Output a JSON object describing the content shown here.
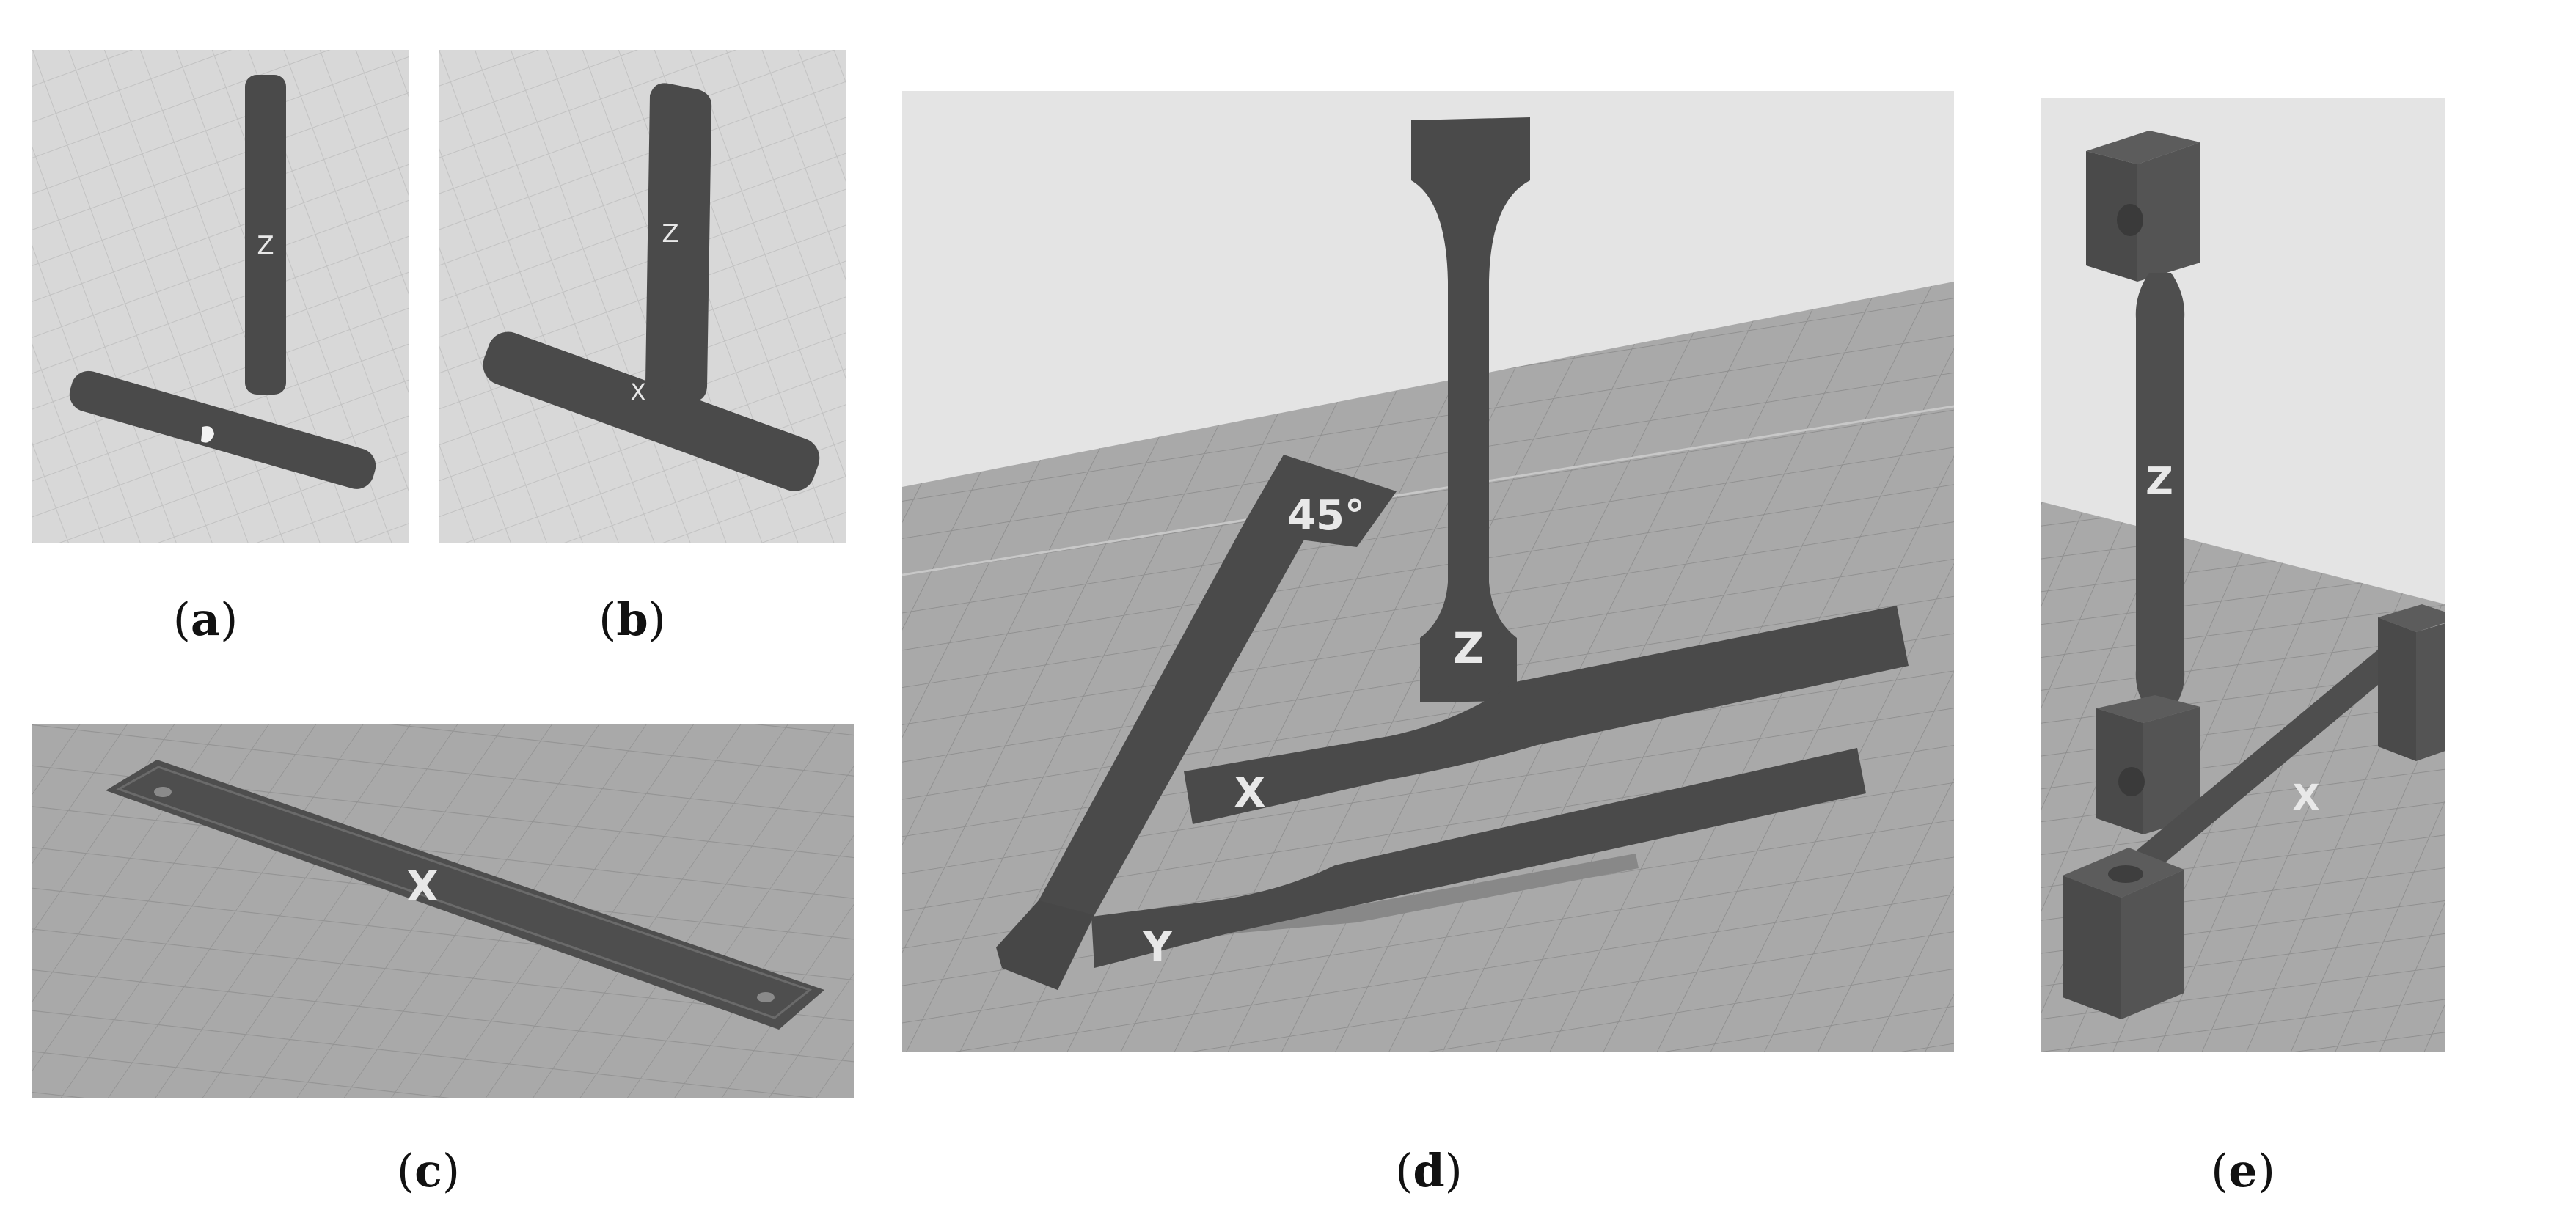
{
  "panels": [
    {
      "id": "a",
      "caption_letter": "a",
      "labels": [
        "Z"
      ]
    },
    {
      "id": "b",
      "caption_letter": "b",
      "labels": [
        "Z",
        "X"
      ]
    },
    {
      "id": "c",
      "caption_letter": "c",
      "labels": [
        "X"
      ]
    },
    {
      "id": "d",
      "caption_letter": "d",
      "labels": [
        "Z",
        "45°",
        "X",
        "Y"
      ]
    },
    {
      "id": "e",
      "caption_letter": "e",
      "labels": [
        "Z",
        "X"
      ]
    }
  ],
  "colors": {
    "specimen": "#4a4a4a",
    "specimen_top": "#565656",
    "bed_light": "#d6d6d6",
    "bed_dark": "#a6a6a6",
    "grid": "#8f8f8f",
    "label": "#e8e8e8"
  }
}
